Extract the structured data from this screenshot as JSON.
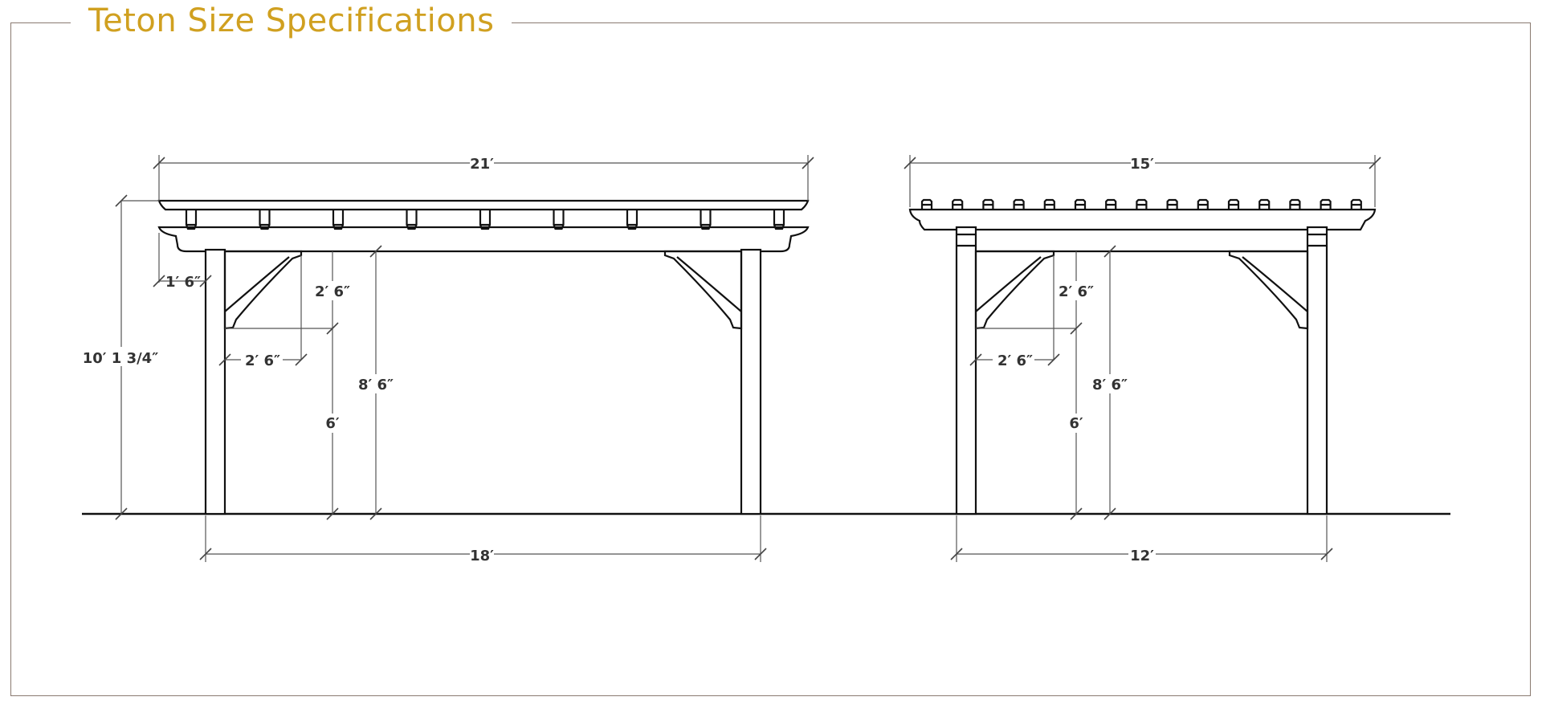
{
  "title": "Teton Size Specifications",
  "colors": {
    "title": "#d0a020",
    "frame": "#8a7a70",
    "structure": "#111111",
    "dimension": "#555555"
  },
  "front_view": {
    "overall_width": "21′",
    "post_span": "18′",
    "overall_height": "10′ 1 3/4″",
    "overhang": "1′ 6″",
    "bracket_height": "2′ 6″",
    "bracket_width": "2′ 6″",
    "clear_below_bracket": "6′",
    "clear_height": "8′ 6″"
  },
  "side_view": {
    "overall_width": "15′",
    "post_span": "12′",
    "bracket_height": "2′ 6″",
    "bracket_width": "2′ 6″",
    "clear_below_bracket": "6′",
    "clear_height": "8′ 6″"
  }
}
